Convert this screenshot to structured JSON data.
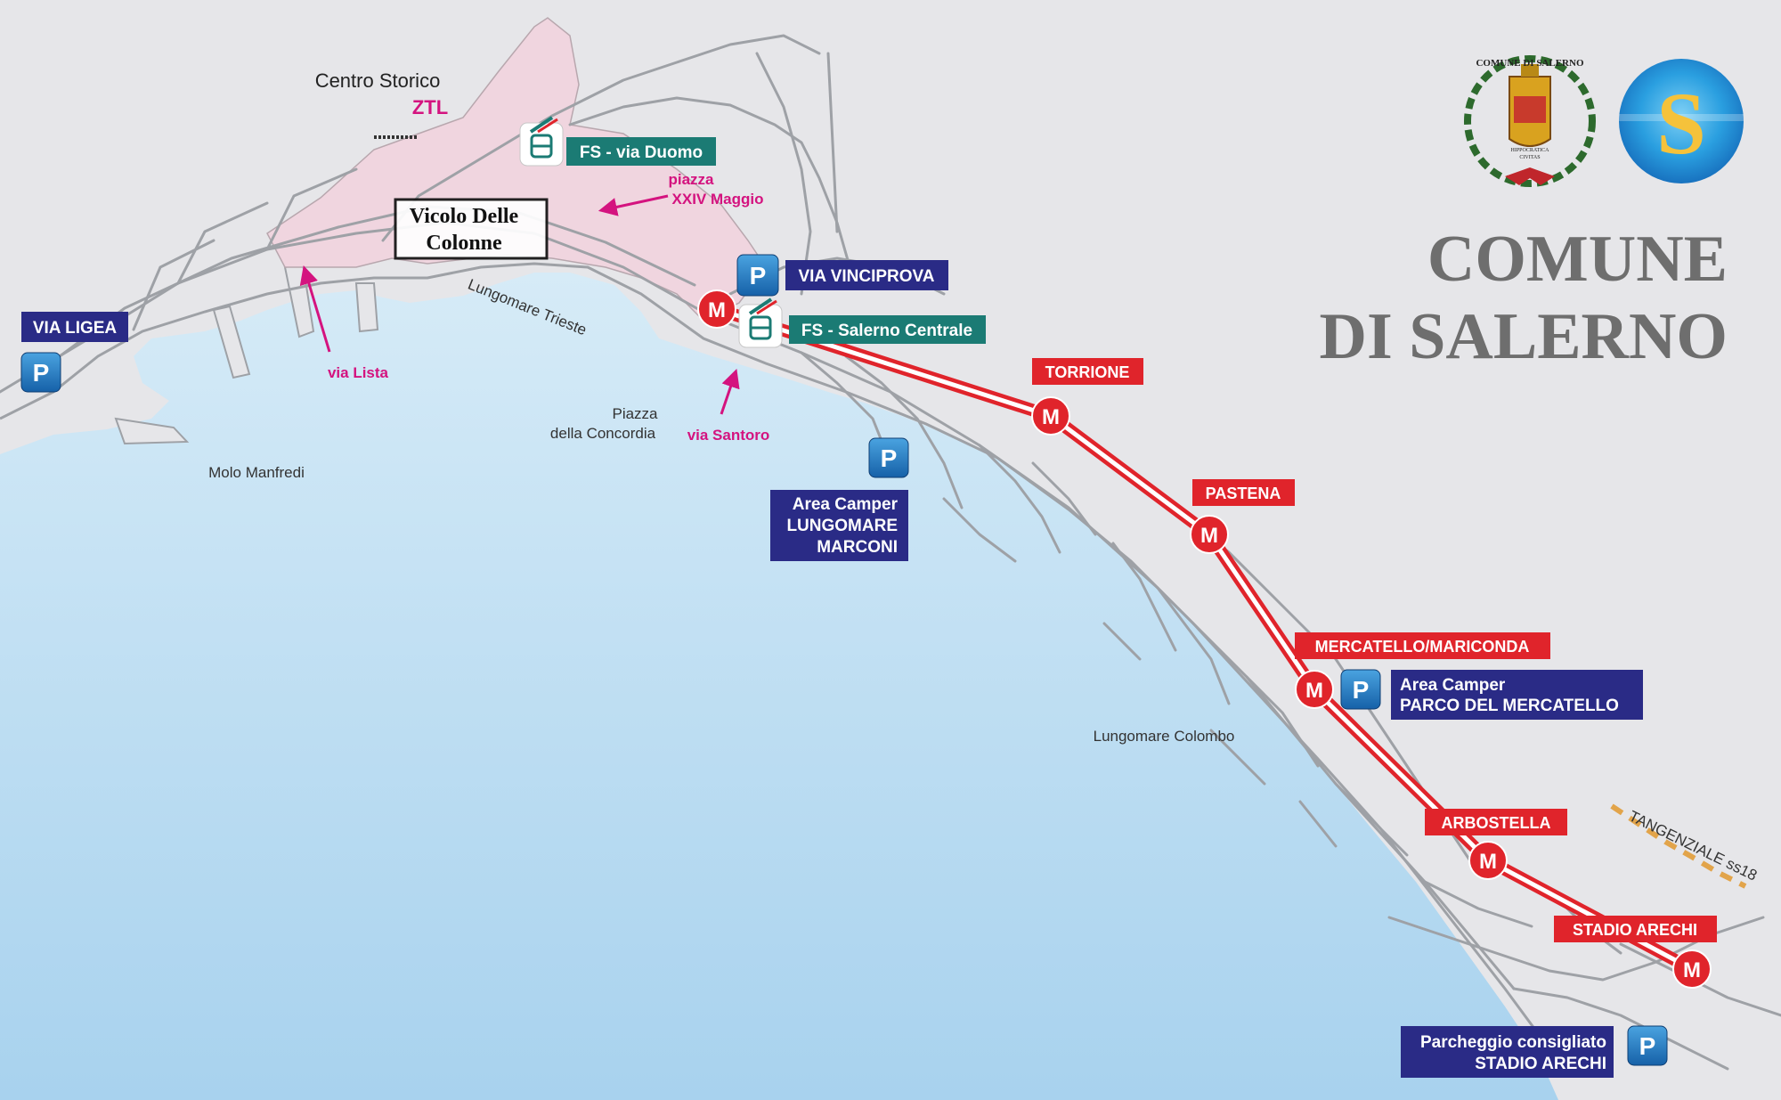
{
  "title": {
    "line1": "COMUNE",
    "line2": "DI SALERNO"
  },
  "logos": {
    "crest_ring_text": "COMUNE DI SALERNO",
    "crest_motto_1": "HIPPOCRATICA",
    "crest_motto_2": "CIVITAS",
    "s_logo_letter": "S"
  },
  "districts": {
    "centro_storico": "Centro Storico",
    "ztl": "ZTL"
  },
  "highlight": {
    "line1": "Vicolo Delle",
    "line2": "Colonne"
  },
  "street_labels": {
    "lungomare_trieste": "Lungomare Trieste",
    "piazza_concordia_1": "Piazza",
    "piazza_concordia_2": "della Concordia",
    "molo_manfredi": "Molo Manfredi",
    "lungomare_colombo": "Lungomare Colombo",
    "tangenziale": "TANGENZIALE ss18"
  },
  "pointers": {
    "via_lista": "via Lista",
    "via_santoro": "via Santoro",
    "piazza_xxiv_1": "piazza",
    "piazza_xxiv_2": "XXIV Maggio"
  },
  "train_stations": {
    "duomo": "FS - via Duomo",
    "centrale": "FS - Salerno Centrale"
  },
  "parking": {
    "symbol": "P",
    "via_ligea": "VIA LIGEA",
    "via_vinciprova": "VIA VINCIPROVA",
    "lungomare_marconi_1": "Area Camper",
    "lungomare_marconi_2": "LUNGOMARE",
    "lungomare_marconi_3": "MARCONI",
    "mercatello_1": "Area Camper",
    "mercatello_2": "PARCO DEL MERCATELLO",
    "arechi_1": "Parcheggio consigliato",
    "arechi_2": "STADIO ARECHI"
  },
  "metro": {
    "symbol": "M",
    "stops": [
      "TORRIONE",
      "PASTENA",
      "MERCATELLO/MARICONDA",
      "ARBOSTELLA",
      "STADIO ARECHI"
    ]
  },
  "colors": {
    "land": "#e6e6e9",
    "sea_top": "#d3e9f6",
    "sea_bottom": "#a9d3ef",
    "roads": "#9ea1a6",
    "historic_center": "#f0d5df",
    "metro_red": "#e0242b",
    "parking_navy": "#2a2b86",
    "station_teal": "#1b7b74",
    "parking_blue": "#1f82c8",
    "pointer_magenta": "#d4137f",
    "title_gray": "#6e6e6e"
  },
  "icons": [
    "train-icon",
    "parking-icon",
    "metro-icon",
    "pointer-arrow-icon"
  ]
}
